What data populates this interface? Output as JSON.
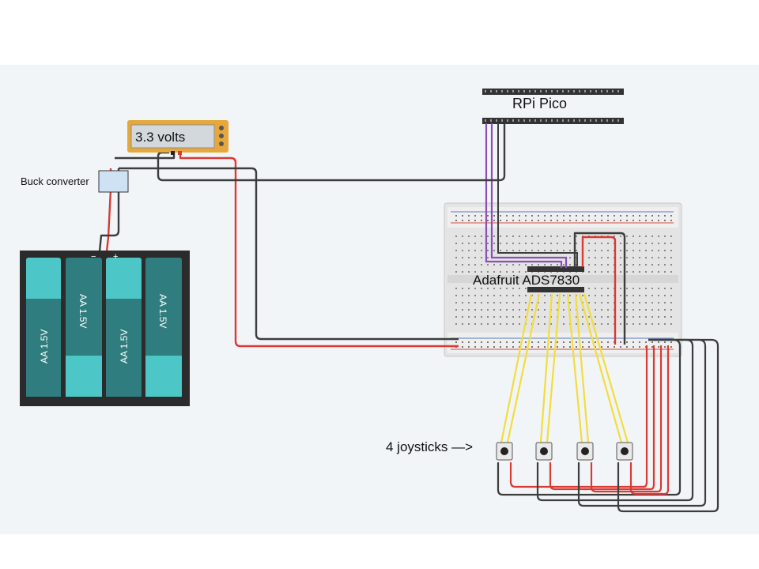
{
  "diagram": {
    "labels": {
      "rpi_pico": "RPi Pico",
      "adc": "Adafruit ADS7830",
      "buck": "Buck converter",
      "joysticks": "4 joysticks —>",
      "voltmeter": "3.3 volts"
    },
    "batteries": [
      "AA 1.5V",
      "AA 1.5V",
      "AA 1.5V",
      "AA 1.5V"
    ],
    "battery_terminals": {
      "negative": "−",
      "positive": "+"
    },
    "joystick_count": 4,
    "colors": {
      "background": "#f2f5f8",
      "wire_red": "#d93a33",
      "wire_black": "#3d3d3d",
      "wire_purple": "#8a4fb8",
      "wire_yellow": "#f2dd3c",
      "battery_body": "#2f7d7e",
      "battery_light": "#4cc6c7",
      "voltmeter_frame": "#e6a83a",
      "buck_fill": "#cfe2f3"
    }
  }
}
